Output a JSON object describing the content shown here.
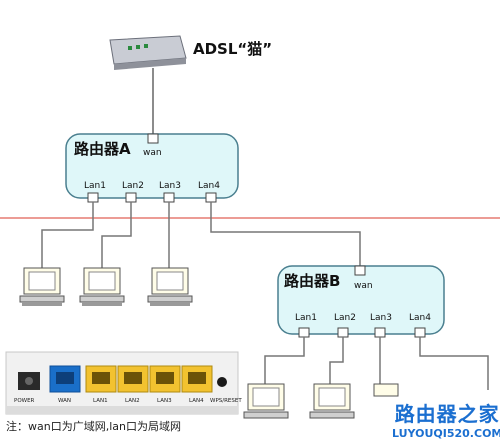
{
  "modem": {
    "label": "ADSL“猫”"
  },
  "router_a": {
    "title": "路由器A",
    "wan_label": "wan",
    "lan_labels": [
      "Lan1",
      "Lan2",
      "Lan3",
      "Lan4"
    ]
  },
  "router_b": {
    "title": "路由器B",
    "wan_label": "wan",
    "lan_labels": [
      "Lan1",
      "Lan2",
      "Lan3",
      "Lan4"
    ]
  },
  "router_back_panel": {
    "port_labels": [
      "POWER",
      "WAN",
      "LAN1",
      "LAN2",
      "LAN3",
      "LAN4",
      "WPS/RESET"
    ]
  },
  "note": "注：wan口为广域网,lan口为局域网",
  "watermark": {
    "title": "路由器之家",
    "url": "LUYOUQI520.COM"
  },
  "colors": {
    "router_fill": "#dff7f9",
    "router_stroke": "#4a7f8f",
    "divider": "#d93a2b",
    "wan_port": "#1a6fc9",
    "lan_port": "#f2c230"
  }
}
